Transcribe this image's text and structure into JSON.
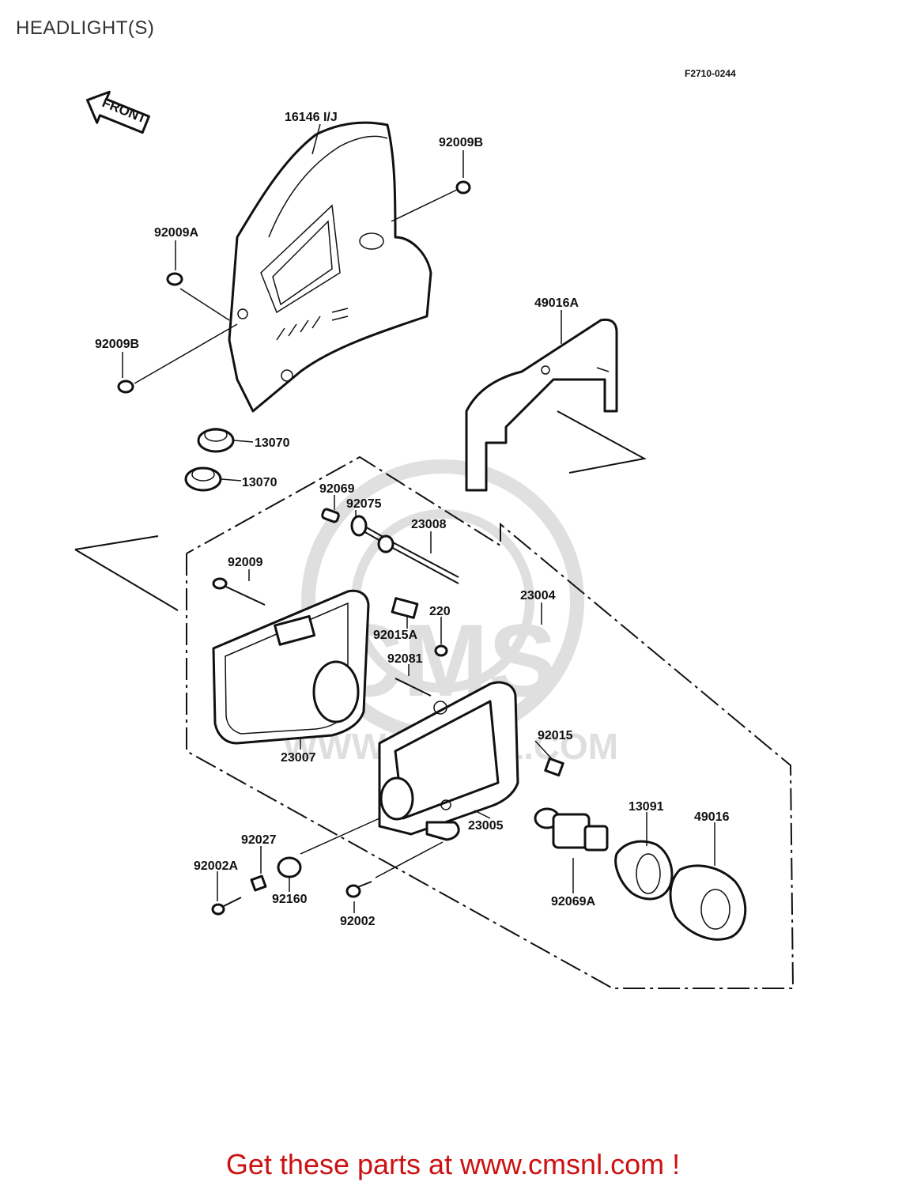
{
  "page": {
    "title": "HEADLIGHT(S)"
  },
  "diagram": {
    "figure_code": "F2710-0244",
    "front_label": "FRONT",
    "watermark": "WWW.CMSNL.COM",
    "part_labels": {
      "p16146": "16146 I/J",
      "p92009b_top": "92009B",
      "p92009a": "92009A",
      "p92009b_left": "92009B",
      "p49016a": "49016A",
      "p13070_a": "13070",
      "p13070_b": "13070",
      "p92069": "92069",
      "p92075": "92075",
      "p23008": "23008",
      "p92009": "92009",
      "p23004": "23004",
      "p220": "220",
      "p92015a": "92015A",
      "p92081": "92081",
      "p92015": "92015",
      "p23007": "23007",
      "p13091": "13091",
      "p49016": "49016",
      "p23005": "23005",
      "p92027": "92027",
      "p92002a": "92002A",
      "p92160": "92160",
      "p92002": "92002",
      "p92069a": "92069A"
    }
  },
  "footer": {
    "text": "Get these parts at www.cmsnl.com !"
  }
}
